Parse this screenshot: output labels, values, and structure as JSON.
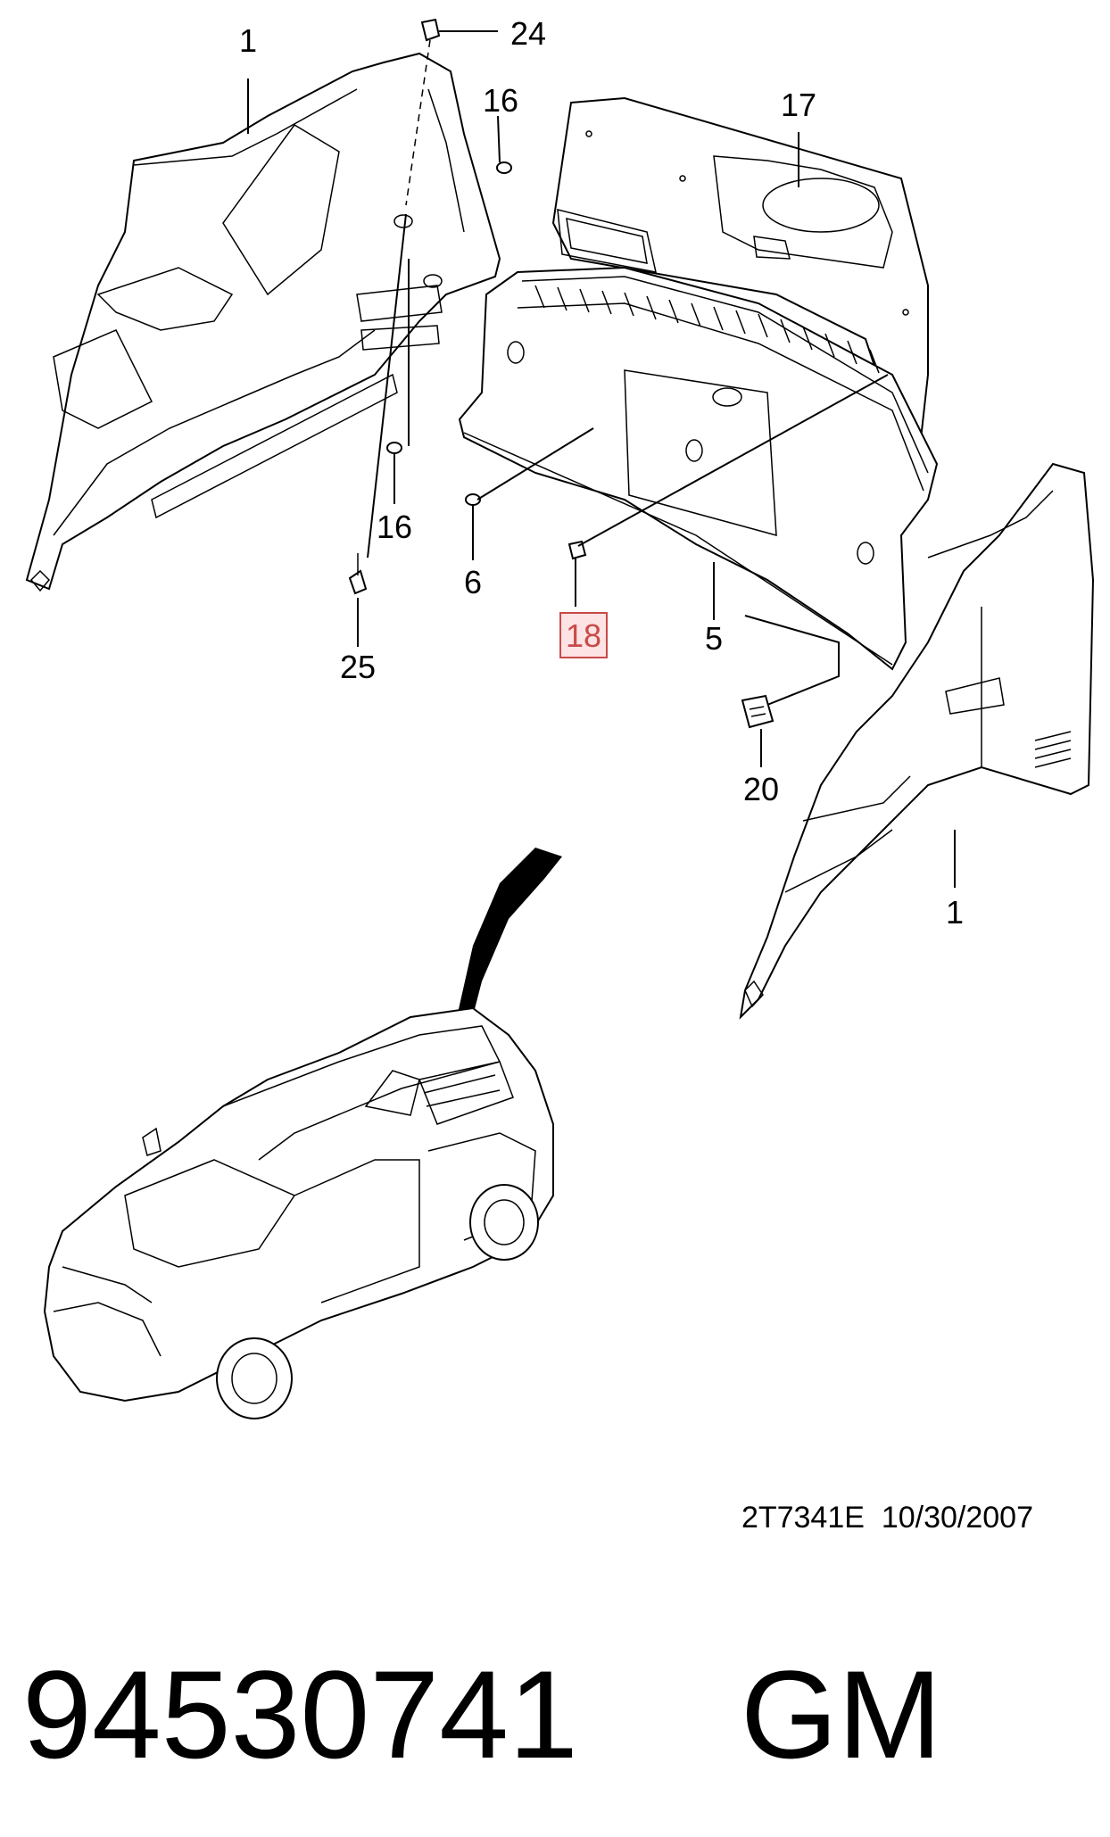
{
  "parts": {
    "p1_left": "1",
    "p24": "24",
    "p16_top": "16",
    "p17": "17",
    "p16_mid": "16",
    "p6": "6",
    "p18": "18",
    "p5": "5",
    "p25": "25",
    "p20": "20",
    "p1_right": "1"
  },
  "highlighted_part": "18",
  "drawing_code": "2T7341E  10/30/2007",
  "part_number": "94530741",
  "brand": "GM",
  "colors": {
    "highlight_fill": "#fde3e3",
    "highlight_stroke": "#c94a4a"
  }
}
